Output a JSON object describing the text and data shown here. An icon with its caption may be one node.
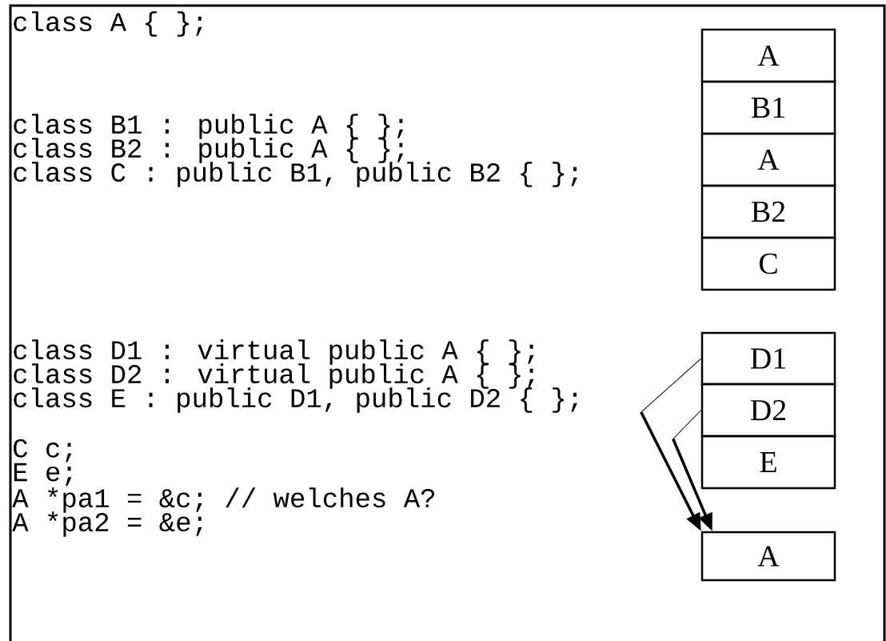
{
  "diagram": {
    "nodes": [
      {
        "text": [
          "A"
        ]
      },
      {
        "text": [
          "B1"
        ]
      },
      {
        "text": [
          "A"
        ]
      },
      {
        "text": [
          "B2"
        ]
      },
      {
        "text": [
          "C"
        ]
      },
      {
        "text": [
          "D1"
        ]
      },
      {
        "text": [
          "D2"
        ]
      },
      {
        "text": [
          "E"
        ]
      },
      {
        "text": [
          "A"
        ]
      }
    ],
    "edges": [
      {
        "from": 5,
        "to": 8,
        "arrow": "to"
      },
      {
        "from": 6,
        "to": 8,
        "arrow": "to"
      }
    ],
    "labels": [
      "class A { };",
      "class B1 : public A { };",
      "class B2 : public A { };",
      "class C : public B1, public B2 { };",
      "class D1 : virtual public A { };",
      "class D2 : virtual public A { };",
      "class E : public D1, public D2 { };",
      "C c;",
      "E e;",
      "A *pa1 = &c; // welches A?",
      "A *pa2 = &e;"
    ]
  }
}
